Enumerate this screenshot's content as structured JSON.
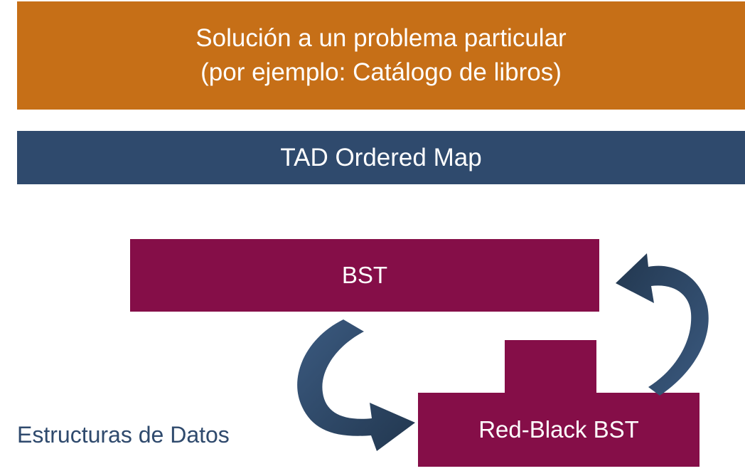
{
  "layers": {
    "problem": {
      "line1": "Solución a un problema particular",
      "line2": "(por ejemplo:  Catálogo de libros)"
    },
    "adt": {
      "label": "TAD Ordered Map"
    },
    "data_structures": {
      "caption": "Estructuras de Datos",
      "bst_label": "BST",
      "rbbst_label": "Red-Black BST"
    }
  },
  "colors": {
    "problem_layer": "#c66f17",
    "adt_layer": "#2f4a6d",
    "structure_boxes": "#850e48",
    "arrows": "#2f4a6d",
    "caption_text": "#2f4a6d"
  }
}
